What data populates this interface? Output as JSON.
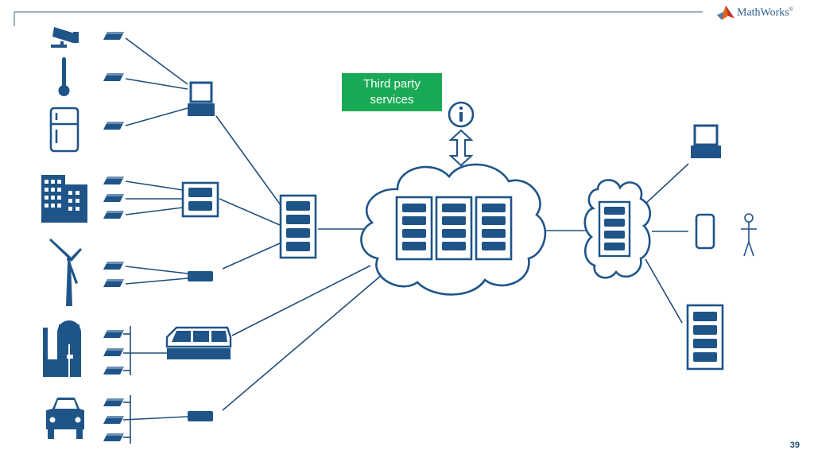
{
  "header": {
    "brand": "MathWorks",
    "brand_mark": "®"
  },
  "labels": {
    "third_party_line1": "Third party",
    "third_party_line2": "services"
  },
  "footer": {
    "page_number": "39"
  },
  "icons": [
    "security-camera-icon",
    "thermometer-icon",
    "refrigerator-icon",
    "buildings-icon",
    "wind-turbine-icon",
    "factory-icon",
    "car-icon",
    "sensor-icon",
    "computer-icon",
    "server-icon",
    "gateway-icon",
    "control-console-icon",
    "cloud-icon",
    "info-icon",
    "smartphone-icon",
    "person-icon"
  ],
  "colors": {
    "primary": "#1f5489",
    "line": "#1f4e79",
    "accent_green": "#1aaa55",
    "logo_orange": "#e2631c",
    "logo_red": "#b8332a"
  }
}
